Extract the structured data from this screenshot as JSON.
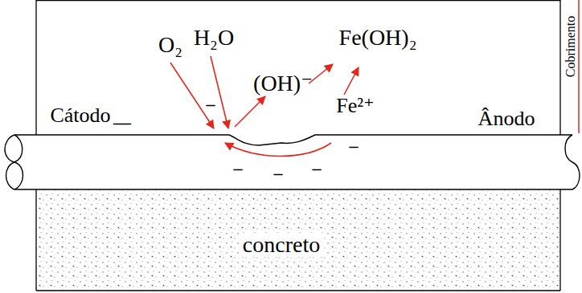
{
  "diagram": {
    "labels": [
      "O₂",
      "H₂O",
      "(OH)⁻",
      "Fe(OH)₂",
      "Cátodo",
      "Fe²⁺",
      "Ânodo",
      "Cobrimento",
      "––",
      "–",
      "–",
      "–",
      "–",
      "–",
      "concreto"
    ]
  }
}
